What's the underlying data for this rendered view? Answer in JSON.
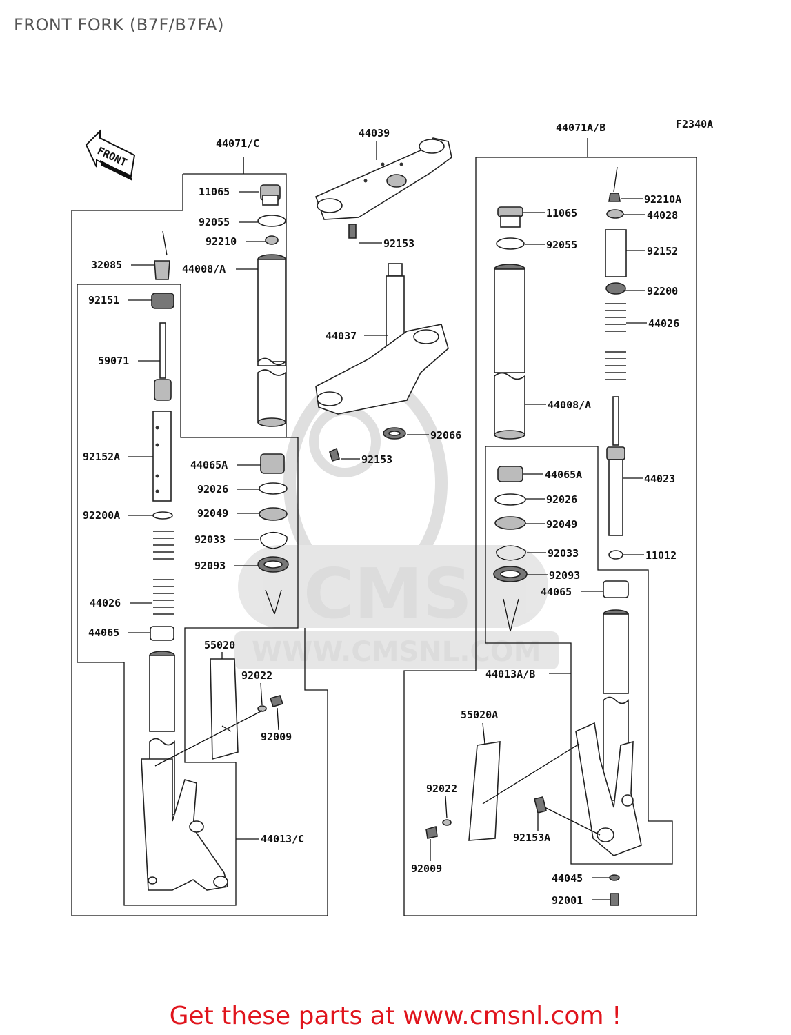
{
  "header": {
    "title": "FRONT FORK (B7F/B7FA)"
  },
  "diagram": {
    "figure_code": "F2340A",
    "direction_label": "FRONT",
    "watermark": {
      "brand": "CMS",
      "url": "WWW.CMSNL.COM"
    },
    "labels": {
      "asm_left": "44071/C",
      "asm_right": "44071A/B",
      "p44039": "44039",
      "L_11065": "11065",
      "L_92055": "92055",
      "L_92210": "92210",
      "L_32085": "32085",
      "L_44008A": "44008/A",
      "L_92151": "92151",
      "L_59071": "59071",
      "L_92152A": "92152A",
      "L_92200A": "92200A",
      "L_44065A": "44065A",
      "L_92026": "92026",
      "L_92049": "92049",
      "L_92033": "92033",
      "L_92093": "92093",
      "L_44026": "44026",
      "L_44065": "44065",
      "L_55020": "55020",
      "L_92022": "92022",
      "L_92009": "92009",
      "L_44013C": "44013/C",
      "C_92153a": "92153",
      "C_44037": "44037",
      "C_92066": "92066",
      "C_92153b": "92153",
      "R_92210A": "92210A",
      "R_44028": "44028",
      "R_11065": "11065",
      "R_92055": "92055",
      "R_92152": "92152",
      "R_92200": "92200",
      "R_44026": "44026",
      "R_44008A": "44008/A",
      "R_44065A": "44065A",
      "R_44023": "44023",
      "R_92026": "92026",
      "R_92049": "92049",
      "R_92033": "92033",
      "R_11012": "11012",
      "R_92093": "92093",
      "R_44065": "44065",
      "R_44013AB": "44013A/B",
      "R_55020A": "55020A",
      "R_92022": "92022",
      "R_92153A": "92153A",
      "R_92009": "92009",
      "R_44045": "44045",
      "R_92001": "92001"
    }
  },
  "footer": {
    "text": "Get these parts at www.cmsnl.com !"
  },
  "colors": {
    "footer_text": "#e0141c",
    "title_text": "#555555",
    "line": "#111111",
    "watermark": "#d9d9d9"
  }
}
